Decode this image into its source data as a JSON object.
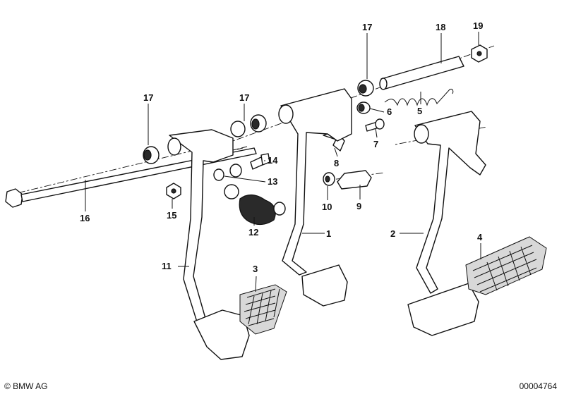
{
  "labels": {
    "l1": "1",
    "l2": "2",
    "l3": "3",
    "l4": "4",
    "l5": "5",
    "l6": "6",
    "l7": "7",
    "l8": "8",
    "l9": "9",
    "l10": "10",
    "l11": "11",
    "l12": "12",
    "l13": "13",
    "l14": "14",
    "l15": "15",
    "l16": "16",
    "l17a": "17",
    "l17b": "17",
    "l17c": "17",
    "l18": "18",
    "l19": "19"
  },
  "footer": {
    "copyright": "© BMW AG",
    "diagram_number": "00004764"
  }
}
